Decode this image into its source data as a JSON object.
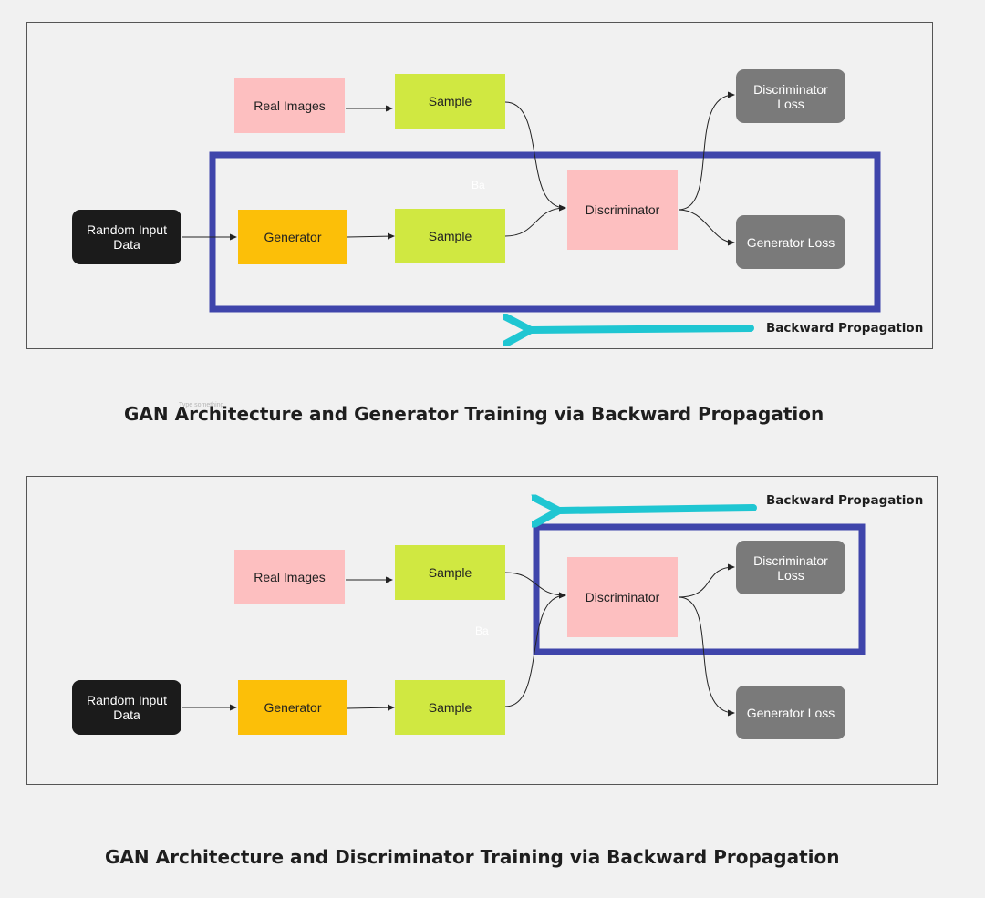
{
  "diagram1": {
    "nodes": {
      "real_images": "Real Images",
      "sample_top": "Sample",
      "random_input": "Random Input Data",
      "generator": "Generator",
      "sample_bottom": "Sample",
      "discriminator": "Discriminator",
      "disc_loss": "Discriminator Loss",
      "gen_loss": "Generator Loss"
    },
    "backprop_label": "Backward Propagation",
    "faint_text": "Ba",
    "tiny_text": "Type something",
    "caption": "GAN Architecture and Generator Training via Backward Propagation"
  },
  "diagram2": {
    "nodes": {
      "real_images": "Real Images",
      "sample_top": "Sample",
      "random_input": "Random Input Data",
      "generator": "Generator",
      "sample_bottom": "Sample",
      "discriminator": "Discriminator",
      "disc_loss": "Discriminator Loss",
      "gen_loss": "Generator Loss"
    },
    "backprop_label": "Backward Propagation",
    "faint_text": "Ba",
    "caption": "GAN Architecture and Discriminator Training via Backward Propagation"
  },
  "colors": {
    "pink_node": "#fdbfc0",
    "lime_node": "#d0e841",
    "gold_node": "#fcbf08",
    "black_node": "#1b1b1b",
    "grey_node": "#7a7a7a",
    "highlight_box": "#3f45ab",
    "backprop_arrow": "#1fc6d2",
    "background": "#f1f1f1"
  }
}
